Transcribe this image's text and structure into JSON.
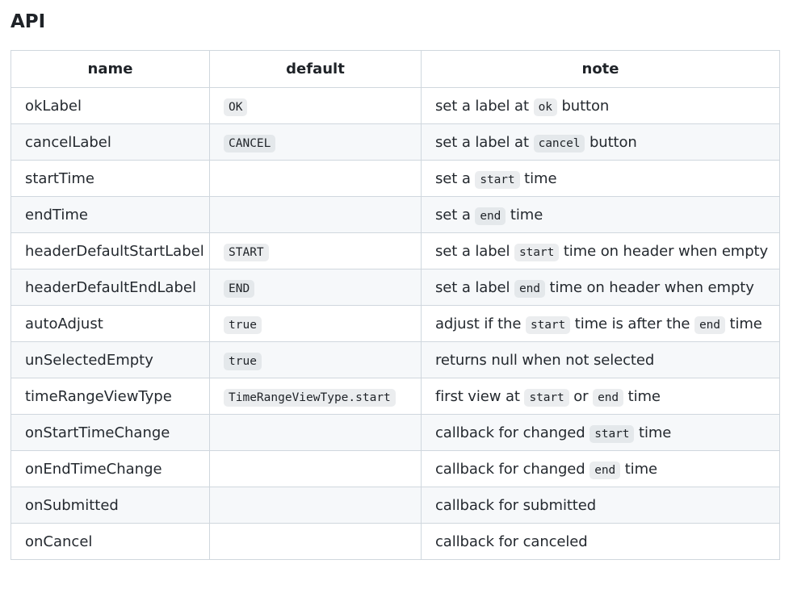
{
  "heading": "API",
  "columns": {
    "name": "name",
    "default": "default",
    "note": "note"
  },
  "rows": [
    {
      "name": "okLabel",
      "default": "OK",
      "note": [
        "set a label at ",
        "ok",
        " button"
      ]
    },
    {
      "name": "cancelLabel",
      "default": "CANCEL",
      "note": [
        "set a label at ",
        "cancel",
        " button"
      ]
    },
    {
      "name": "startTime",
      "default": "",
      "note": [
        "set a ",
        "start",
        " time"
      ]
    },
    {
      "name": "endTime",
      "default": "",
      "note": [
        "set a ",
        "end",
        " time"
      ]
    },
    {
      "name": "headerDefaultStartLabel",
      "default": "START",
      "note": [
        "set a label ",
        "start",
        " time on header when empty"
      ]
    },
    {
      "name": "headerDefaultEndLabel",
      "default": "END",
      "note": [
        "set a label ",
        "end",
        " time on header when empty"
      ]
    },
    {
      "name": "autoAdjust",
      "default": "true",
      "note": [
        "adjust if the ",
        "start",
        " time is after the ",
        "end",
        " time"
      ]
    },
    {
      "name": "unSelectedEmpty",
      "default": "true",
      "note": [
        "returns null when not selected"
      ]
    },
    {
      "name": "timeRangeViewType",
      "default": "TimeRangeViewType.start",
      "note": [
        "first view at ",
        "start",
        " or ",
        "end",
        " time"
      ]
    },
    {
      "name": "onStartTimeChange",
      "default": "",
      "note": [
        "callback for changed ",
        "start",
        " time"
      ]
    },
    {
      "name": "onEndTimeChange",
      "default": "",
      "note": [
        "callback for changed ",
        "end",
        " time"
      ]
    },
    {
      "name": "onSubmitted",
      "default": "",
      "note": [
        "callback for submitted"
      ]
    },
    {
      "name": "onCancel",
      "default": "",
      "note": [
        "callback for canceled"
      ]
    }
  ]
}
